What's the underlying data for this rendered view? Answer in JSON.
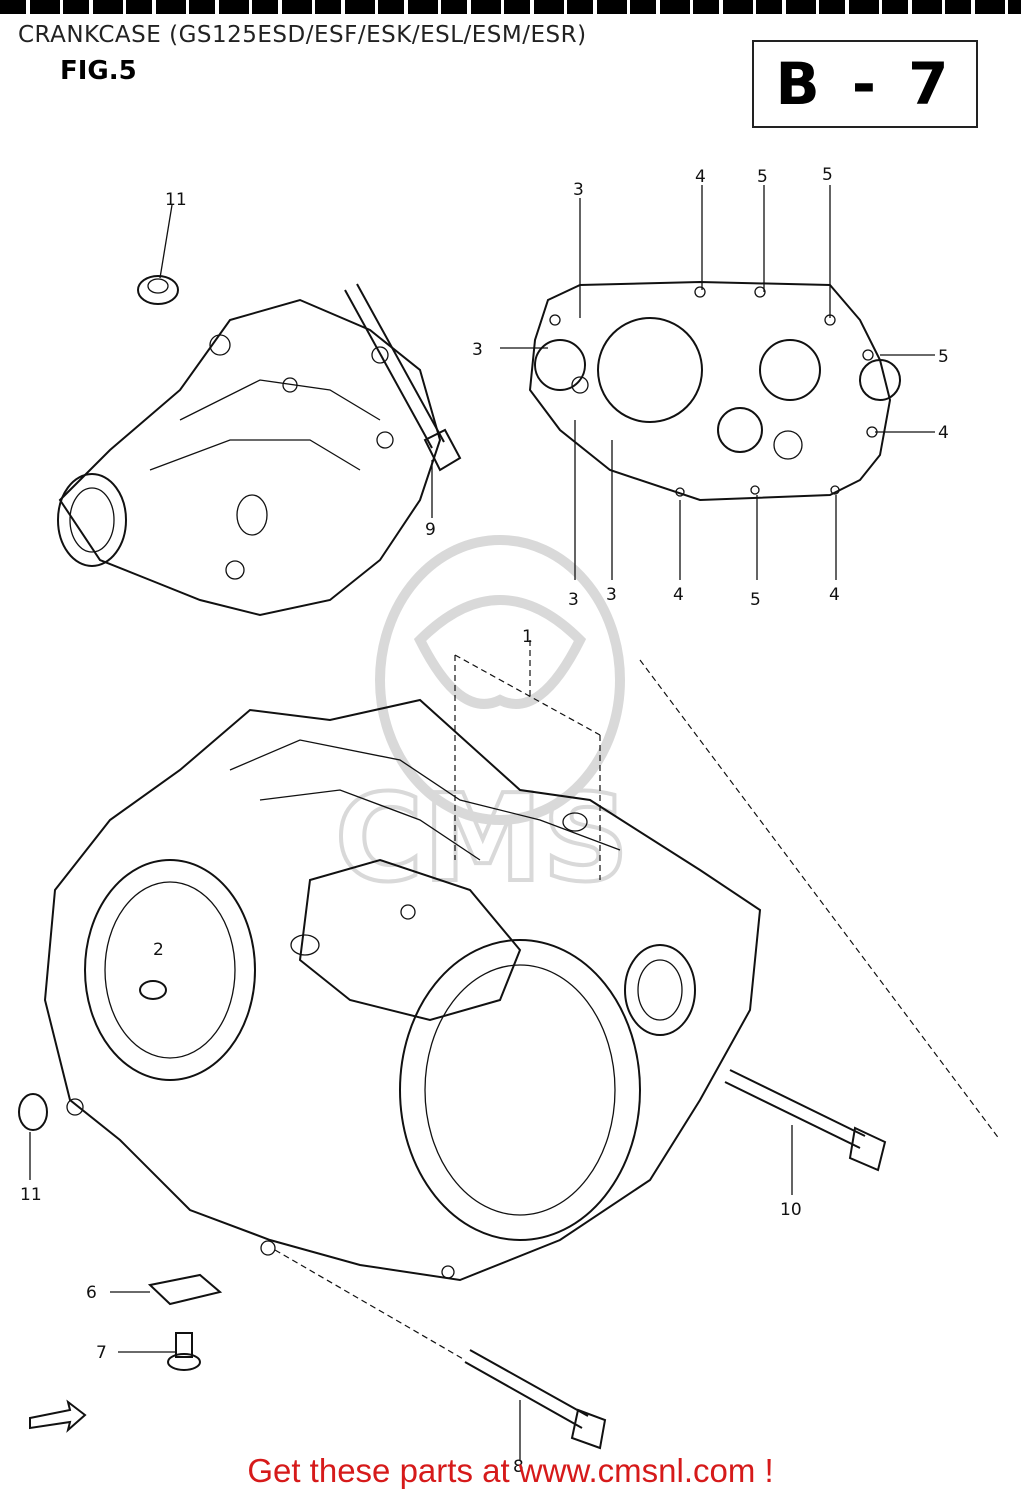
{
  "header": {
    "title": "CRANKCASE (GS125ESD/ESF/ESK/ESL/ESM/ESR)",
    "figure": "FIG.5",
    "section": "B - 7"
  },
  "callouts": [
    "11",
    "3",
    "4",
    "5",
    "5",
    "3",
    "5",
    "4",
    "9",
    "3",
    "3",
    "4",
    "5",
    "4",
    "1",
    "2",
    "11",
    "10",
    "6",
    "7",
    "8"
  ],
  "watermark": "CMS",
  "footer": {
    "link_text": "Get these parts at www.cmsnl.com !"
  },
  "colors": {
    "footer": "#d61a1a",
    "line": "#111111",
    "watermark": "#d9d9d9"
  }
}
